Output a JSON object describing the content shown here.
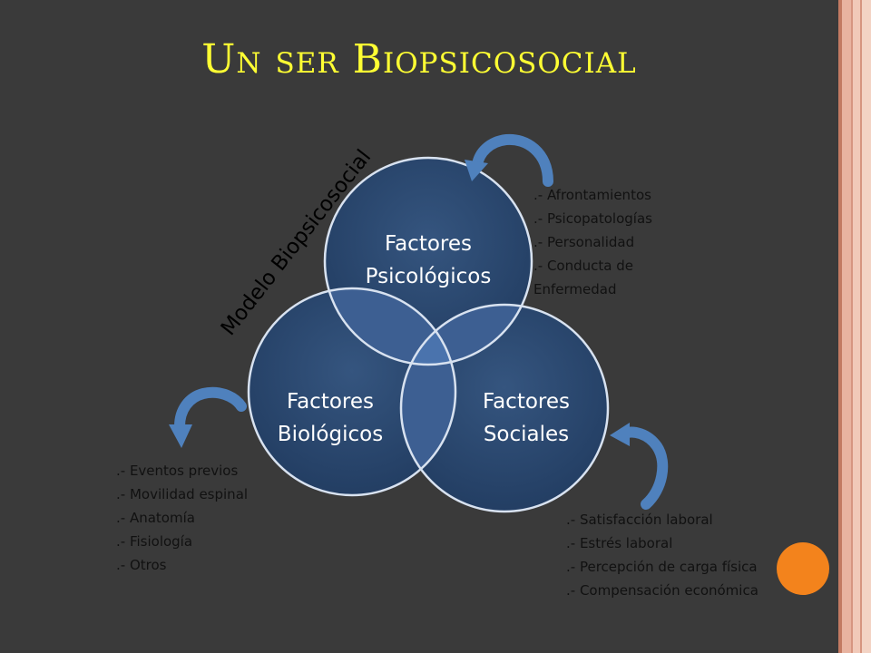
{
  "slide": {
    "title": "Un ser Biopsicosocial"
  },
  "diagram": {
    "rotated_label": "Modelo Biopsicosocial",
    "circles": {
      "psico": {
        "line1": "Factores",
        "line2": "Psicológicos"
      },
      "bio": {
        "line1": "Factores",
        "line2": "Biológicos"
      },
      "soc": {
        "line1": "Factores",
        "line2": "Sociales"
      }
    },
    "lists": {
      "psico": [
        ".- Afrontamientos",
        ".- Psicopatologías",
        ".- Personalidad",
        ".- Conducta de Enfermedad"
      ],
      "bio": [
        ".- Eventos previos",
        ".- Movilidad espinal",
        ".- Anatomía",
        ".- Fisiología",
        ".- Otros"
      ],
      "soc": [
        ".- Satisfacción laboral",
        ".- Estrés laboral",
        ".- Percepción de carga física",
        ".- Compensación económica"
      ]
    }
  },
  "colors": {
    "background": "#3a3a3a",
    "title": "#ffff33",
    "circle_fill": "#2b4a74",
    "overlap_fill": "#4a6fa5",
    "arrow": "#4f81bd",
    "accent_dot": "#f3831c",
    "frame": "#e8b3a0"
  }
}
